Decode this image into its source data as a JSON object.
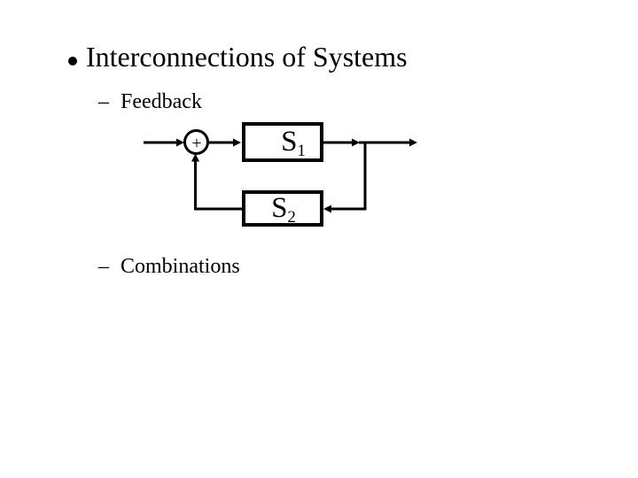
{
  "slide": {
    "background": "#ffffff",
    "ink": "#000000",
    "title": {
      "bullet_icon": "filled-circle",
      "text": "Interconnections of Systems"
    },
    "bullets": [
      {
        "dash": "–",
        "label": "Feedback"
      },
      {
        "dash": "–",
        "label": "Combinations"
      }
    ],
    "diagram": {
      "type": "feedback-block-diagram",
      "sum_label": "+",
      "blocks": [
        {
          "name": "S",
          "sub": "1"
        },
        {
          "name": "S",
          "sub": "2"
        }
      ]
    }
  }
}
